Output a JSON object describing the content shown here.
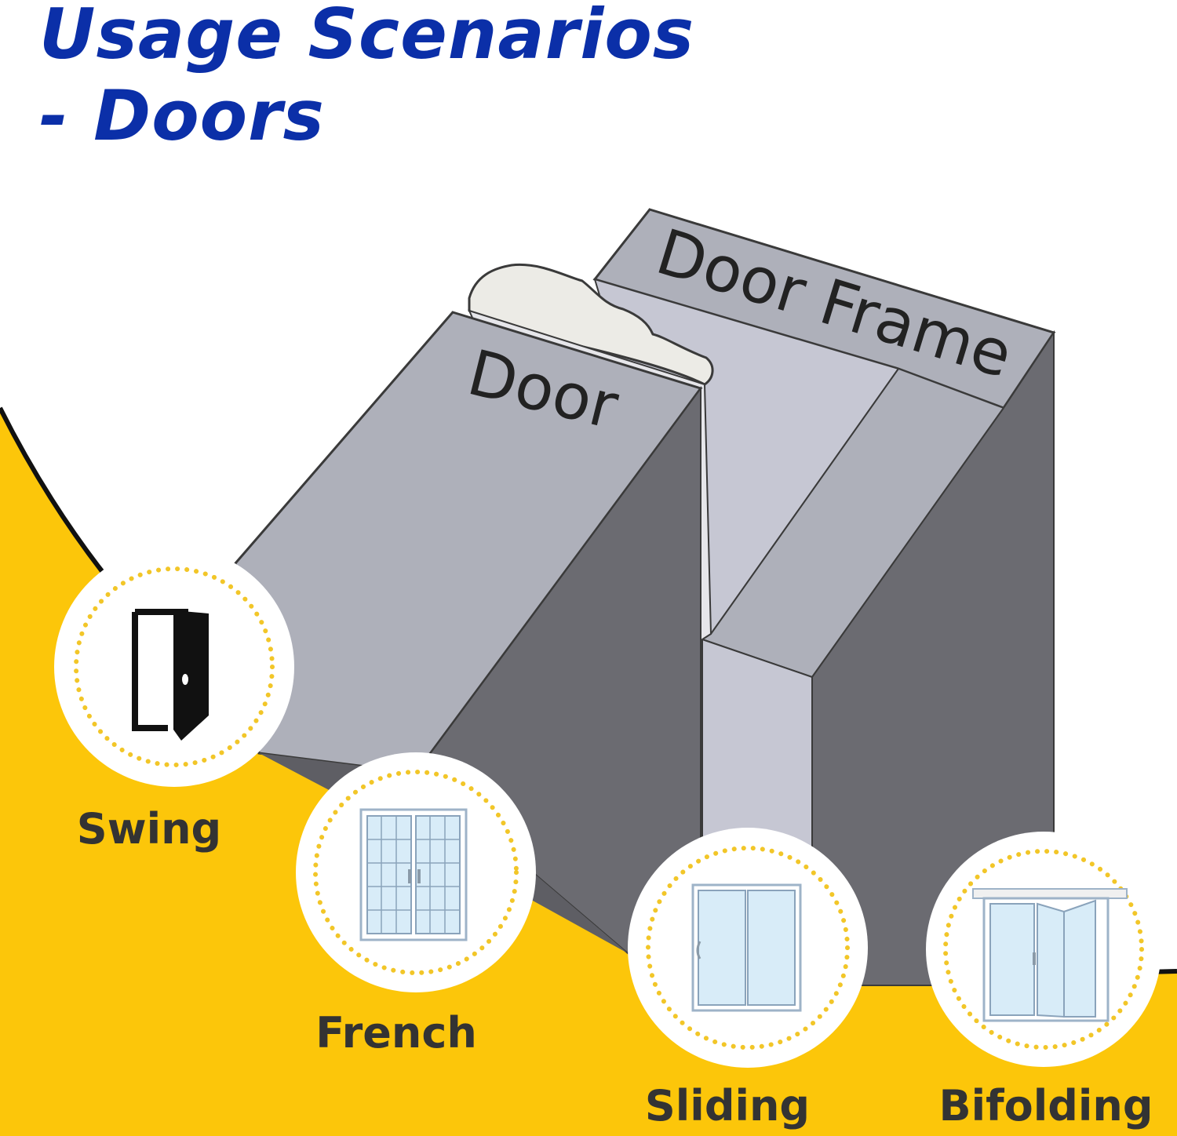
{
  "title": {
    "line1": "Usage Scenarios",
    "line2": "- Doors"
  },
  "diagram": {
    "door_label": "Door",
    "frame_label": "Door Frame"
  },
  "scenarios": [
    {
      "label": "Swing",
      "icon": "swing-door-icon"
    },
    {
      "label": "French",
      "icon": "french-door-icon"
    },
    {
      "label": "Sliding",
      "icon": "sliding-door-icon"
    },
    {
      "label": "Bifolding",
      "icon": "bifolding-door-icon"
    }
  ],
  "colors": {
    "title": "#0b2fa8",
    "background_accent": "#fcc60a",
    "door_face": "#aeb0ba",
    "door_side": "#6b6b71",
    "frame_inner": "#c6c7d3",
    "label_text": "#333333",
    "dot_ring": "#f2c628"
  }
}
